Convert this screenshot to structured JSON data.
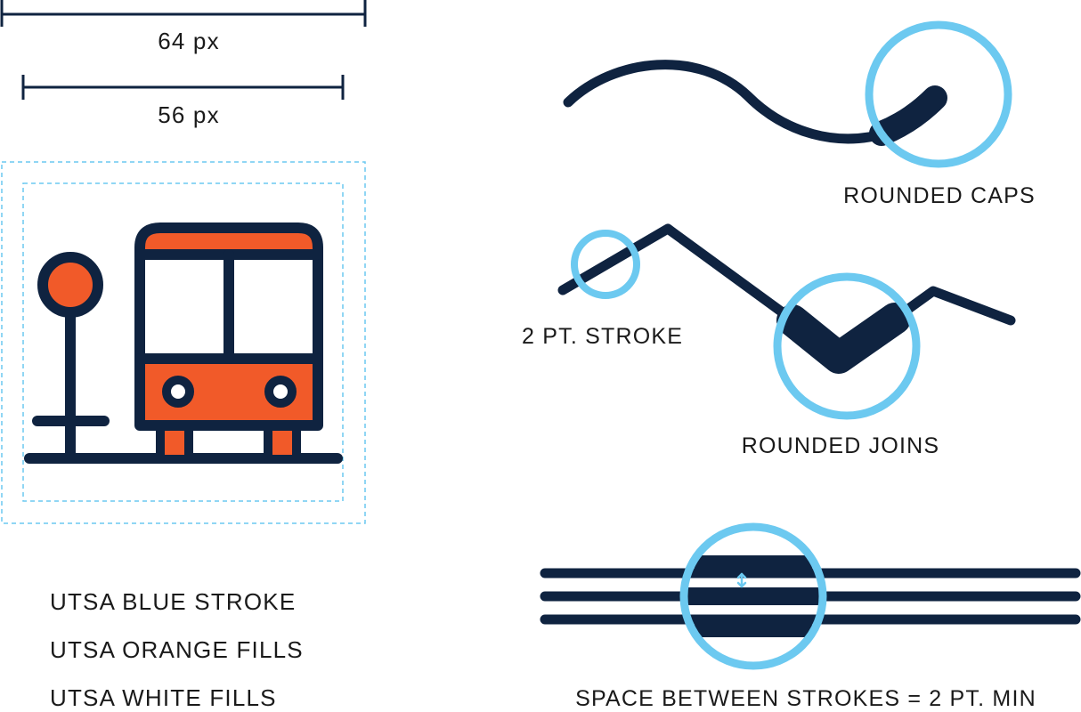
{
  "measures": {
    "outer_width": "64 px",
    "inner_width": "56 px"
  },
  "legend": [
    "UTSA BLUE STROKE",
    "UTSA ORANGE FILLS",
    "UTSA WHITE FILLS"
  ],
  "callouts": {
    "rounded_caps": "ROUNDED CAPS",
    "stroke_weight": "2 PT. STROKE",
    "rounded_joins": "ROUNDED JOINS",
    "spacing": "SPACE BETWEEN STROKES = 2 PT. MIN"
  },
  "colors": {
    "utsa_blue": "#0f2340",
    "utsa_orange": "#f15a29",
    "white": "#ffffff",
    "guide_blue": "#6cc9f0"
  },
  "icon": {
    "name": "bus-stop-icon"
  }
}
